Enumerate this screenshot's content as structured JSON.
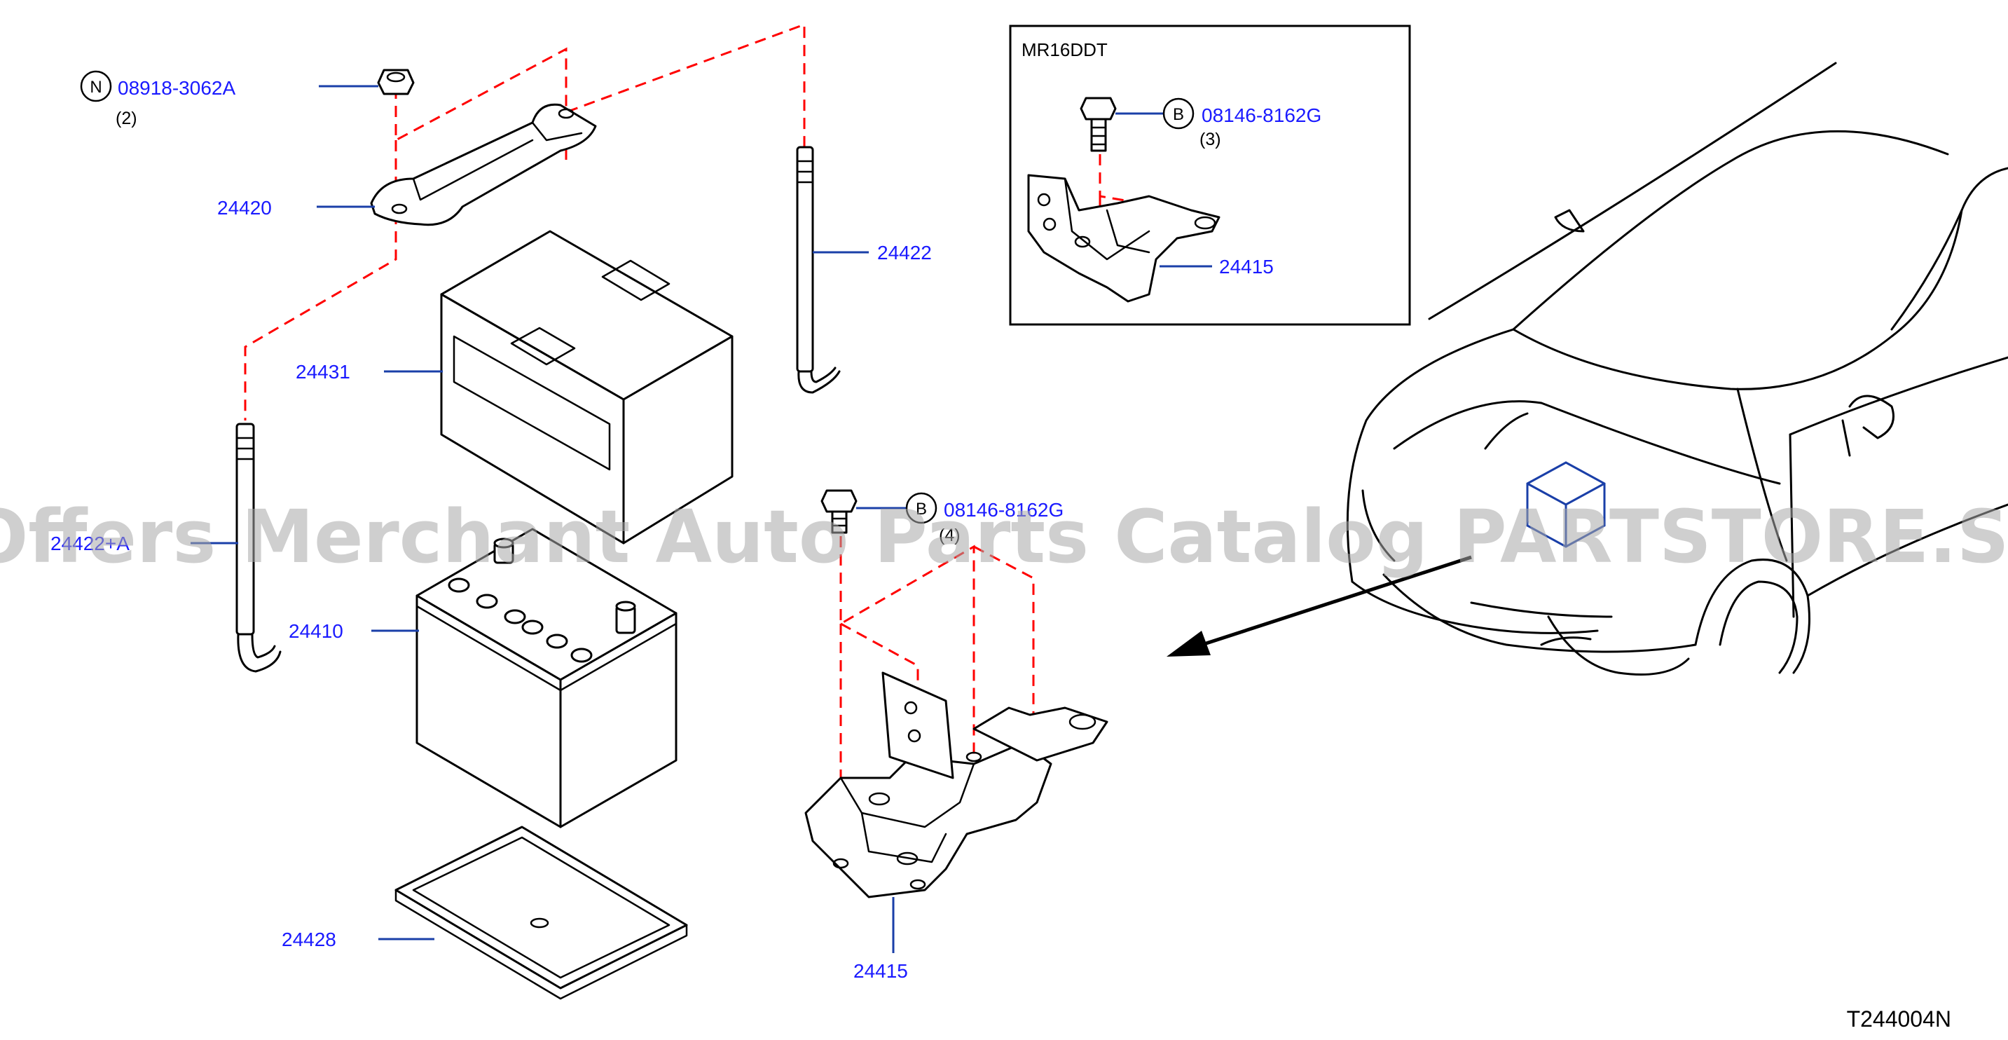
{
  "diagram": {
    "ref_code": "T244004N",
    "watermark": "Offers Merchant Auto Parts Catalog PARTSTORE.SA",
    "inset_title": "MR16DDT",
    "colors": {
      "label": "#1a1aff",
      "leader": "#1a3fa8",
      "dashed_guide": "#ff0000",
      "outline": "#000000"
    },
    "labels": {
      "nut_part": "08918-3062A",
      "nut_badge": "N",
      "nut_qty": "(2)",
      "bracket_top": "24420",
      "rod_right": "24422",
      "battery_cover": "24431",
      "rod_left": "24422+A",
      "battery": "24410",
      "tray": "24428",
      "bolt_part": "08146-8162G",
      "bolt_badge": "B",
      "bolt_qty": "(4)",
      "support_bracket": "24415",
      "inset_bolt_part": "08146-8162G",
      "inset_bolt_badge": "B",
      "inset_bolt_qty": "(3)",
      "inset_bracket": "24415"
    }
  }
}
